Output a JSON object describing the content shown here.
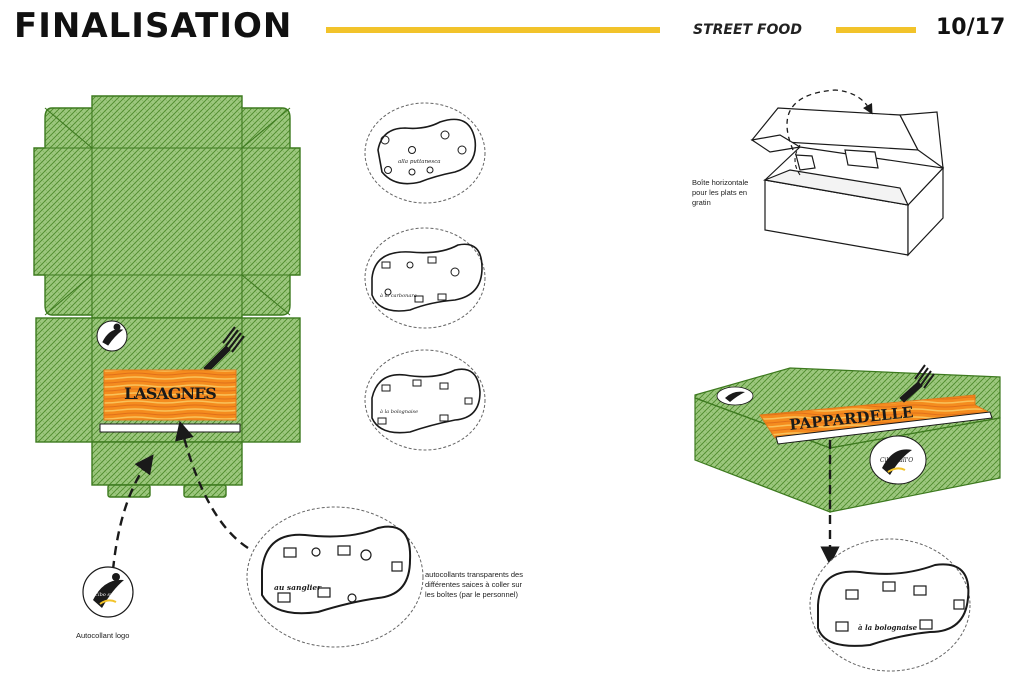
{
  "header": {
    "title": "FINALISATION",
    "section": "STREET FOOD",
    "page": "10/17"
  },
  "labels": {
    "sticker_logo": "Autocollant logo",
    "stickers_note": "autocollants transparents des différentes saices à coller sur les boîtes (par le personnel)",
    "box_note": "Boîte horizontale pour les plats en gratin"
  },
  "flat_box": {
    "product": "LASAGNES",
    "logo": "Cibo sull'O"
  },
  "box_3d": {
    "product": "PAPPARDELLE",
    "logo": "Cibo sull'O"
  },
  "stickers": {
    "puttanesca": "alla puttanesca",
    "carbonara": "à la carbonara",
    "bolognaise_small": "à la bolognaise",
    "sanglier": "au sanglier",
    "bolognaise_large": "à la bolognaise"
  },
  "colors": {
    "accent": "#f2c32a",
    "box_green": "#5f9a3c",
    "label_orange": "#f08a1c"
  }
}
